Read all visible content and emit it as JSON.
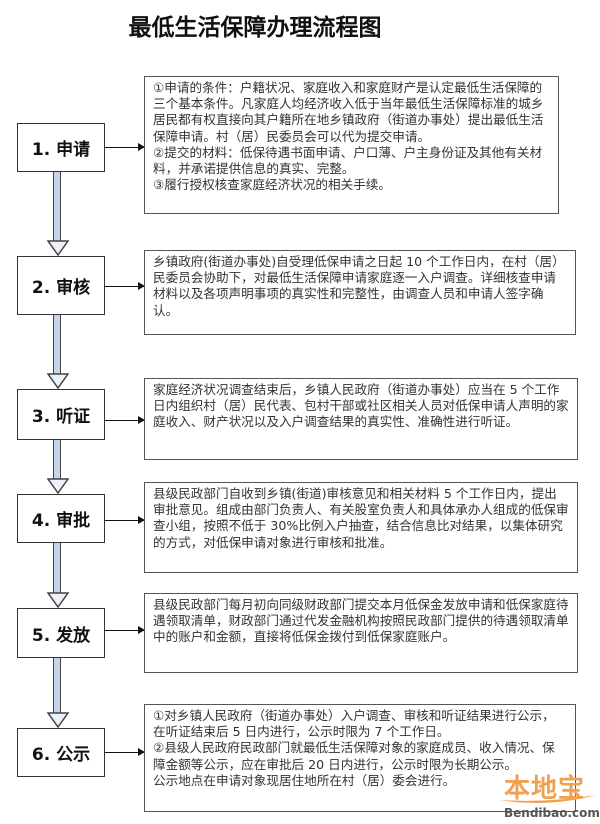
{
  "title": "最低生活保障办理流程图",
  "colors": {
    "arrow_fill": "#c6d6ea",
    "border": "#333333",
    "watermark": "#f0a050"
  },
  "steps": [
    {
      "label": "1. 申请",
      "description": [
        "①申请的条件：户籍状况、家庭收入和家庭财产是认定最低生活保障的三个基本条件。凡家庭人均经济收入低于当年最低生活保障标准的城乡居民都有权直接向其户籍所在地乡镇政府（街道办事处）提出最低生活保障申请。村（居）民委员会可以代为提交申请。",
        "②提交的材料：低保待遇书面申请、户口薄、户主身份证及其他有关材料，并承诺提供信息的真实、完整。",
        "③履行授权核查家庭经济状况的相关手续。"
      ]
    },
    {
      "label": "2. 审核",
      "description": [
        "乡镇政府(街道办事处)自受理低保申请之日起 10 个工作日内，在村（居）民委员会协助下，对最低生活保障申请家庭逐一入户调查。详细核查申请材料以及各项声明事项的真实性和完整性，由调查人员和申请人签字确认。"
      ]
    },
    {
      "label": "3. 听证",
      "description": [
        "家庭经济状况调查结束后，乡镇人民政府（街道办事处）应当在 5 个工作日内组织村（居）民代表、包村干部或社区相关人员对低保申请人声明的家庭收入、财产状况以及入户调查结果的真实性、准确性进行听证。"
      ]
    },
    {
      "label": "4. 审批",
      "description": [
        "县级民政部门自收到乡镇(街道)审核意见和相关材料 5 个工作日内，提出审批意见。组成由部门负责人、有关股室负责人和具体承办人组成的低保审查小组，按照不低于 30%比例入户抽查，结合信息比对结果，以集体研究的方式，对低保申请对象进行审核和批准。"
      ]
    },
    {
      "label": "5. 发放",
      "description": [
        "县级民政部门每月初向同级财政部门提交本月低保金发放申请和低保家庭待遇领取清单，财政部门通过代发金融机构按照民政部门提供的待遇领取清单中的账户和金额，直接将低保金拨付到低保家庭账户。"
      ]
    },
    {
      "label": "6. 公示",
      "description": [
        "①对乡镇人民政府（街道办事处）入户调查、审核和听证结果进行公示，在听证结束后 5 日内进行，公示时限为 7 个工作日。",
        "②县级人民政府民政部门就最低生活保障对象的家庭成员、收入情况、保障金额等公示，应在审批后 20 日内进行，公示时限为长期公示。",
        "公示地点在申请对象现居住地所在村（居）委会进行。"
      ]
    }
  ],
  "watermark": {
    "cn": "本地宝",
    "en": "Bendibao.com"
  }
}
